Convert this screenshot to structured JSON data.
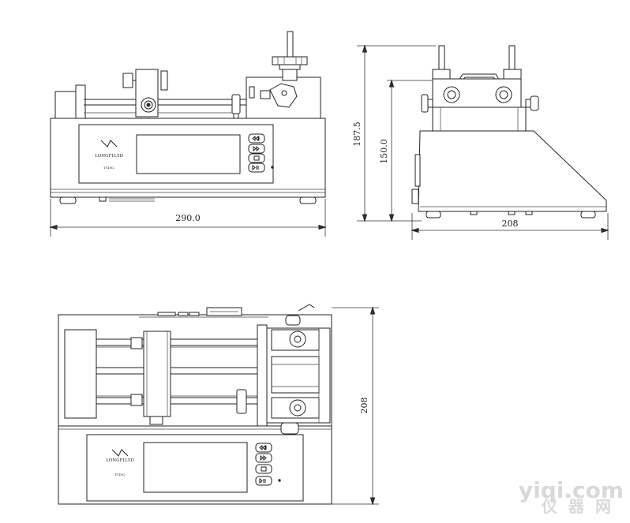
{
  "dimensions": {
    "front_width": "290.0",
    "side_height_total": "187.5",
    "side_height_body": "150.0",
    "side_depth": "208",
    "top_depth": "208"
  },
  "panel": {
    "brand": "LONGFLUID",
    "model": "TYD02"
  },
  "watermark": {
    "site": "yiqi.com",
    "cn": "仪器网"
  }
}
